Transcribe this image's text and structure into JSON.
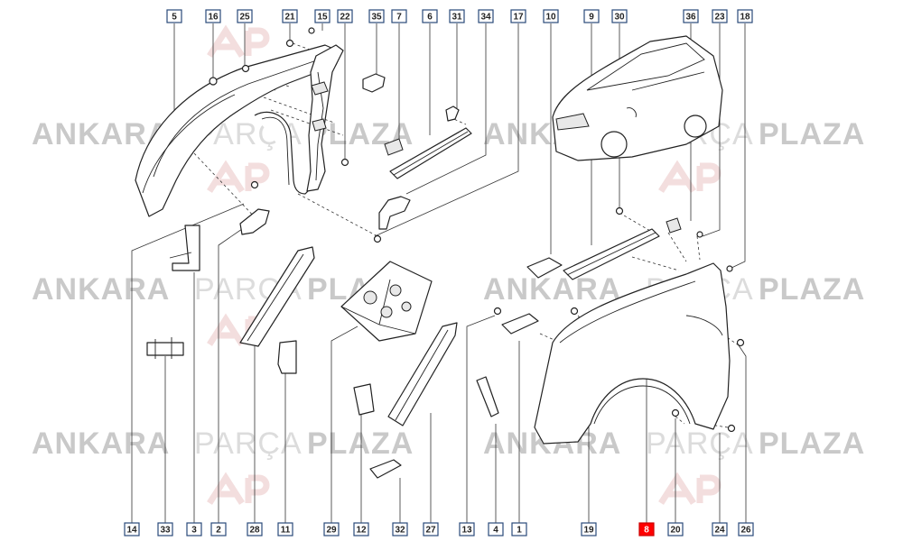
{
  "watermark": {
    "word1": "ANKARA",
    "word2": "PARÇA",
    "word3": "PLAZA",
    "color_dark": "#c9c9c9",
    "color_light": "#dcdcdc"
  },
  "highlight_color": "#ff0000",
  "callouts": [
    {
      "id": "5",
      "label": "5",
      "highlighted": false
    },
    {
      "id": "16",
      "label": "16",
      "highlighted": false
    },
    {
      "id": "25",
      "label": "25",
      "highlighted": false
    },
    {
      "id": "21",
      "label": "21",
      "highlighted": false
    },
    {
      "id": "15",
      "label": "15",
      "highlighted": false
    },
    {
      "id": "22",
      "label": "22",
      "highlighted": false
    },
    {
      "id": "35",
      "label": "35",
      "highlighted": false
    },
    {
      "id": "7",
      "label": "7",
      "highlighted": false
    },
    {
      "id": "6",
      "label": "6",
      "highlighted": false
    },
    {
      "id": "31",
      "label": "31",
      "highlighted": false
    },
    {
      "id": "34",
      "label": "34",
      "highlighted": false
    },
    {
      "id": "17",
      "label": "17",
      "highlighted": false
    },
    {
      "id": "10",
      "label": "10",
      "highlighted": false
    },
    {
      "id": "9",
      "label": "9",
      "highlighted": false
    },
    {
      "id": "30",
      "label": "30",
      "highlighted": false
    },
    {
      "id": "36",
      "label": "36",
      "highlighted": false
    },
    {
      "id": "23",
      "label": "23",
      "highlighted": false
    },
    {
      "id": "18",
      "label": "18",
      "highlighted": false
    },
    {
      "id": "14",
      "label": "14",
      "highlighted": false
    },
    {
      "id": "33",
      "label": "33",
      "highlighted": false
    },
    {
      "id": "3",
      "label": "3",
      "highlighted": false
    },
    {
      "id": "2",
      "label": "2",
      "highlighted": false
    },
    {
      "id": "28",
      "label": "28",
      "highlighted": false
    },
    {
      "id": "11",
      "label": "11",
      "highlighted": false
    },
    {
      "id": "29",
      "label": "29",
      "highlighted": false
    },
    {
      "id": "12",
      "label": "12",
      "highlighted": false
    },
    {
      "id": "32",
      "label": "32",
      "highlighted": false
    },
    {
      "id": "27",
      "label": "27",
      "highlighted": false
    },
    {
      "id": "13",
      "label": "13",
      "highlighted": false
    },
    {
      "id": "4",
      "label": "4",
      "highlighted": false
    },
    {
      "id": "1",
      "label": "1",
      "highlighted": false
    },
    {
      "id": "19",
      "label": "19",
      "highlighted": false
    },
    {
      "id": "8",
      "label": "8",
      "highlighted": true
    },
    {
      "id": "20",
      "label": "20",
      "highlighted": false
    },
    {
      "id": "24",
      "label": "24",
      "highlighted": false
    },
    {
      "id": "26",
      "label": "26",
      "highlighted": false
    }
  ]
}
